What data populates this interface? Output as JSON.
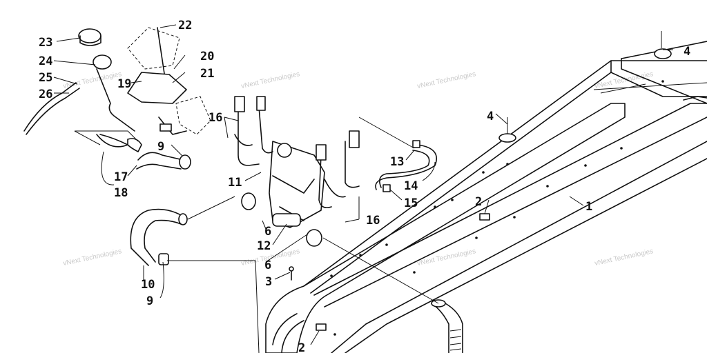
{
  "watermark": "vNext Technologies",
  "callouts": {
    "c1": "1",
    "c2a": "2",
    "c2b": "2",
    "c3": "3",
    "c4a": "4",
    "c4b": "4",
    "c6a": "6",
    "c6b": "6",
    "c9a": "9",
    "c9b": "9",
    "c10": "10",
    "c11": "11",
    "c12": "12",
    "c13": "13",
    "c14": "14",
    "c15": "15",
    "c16a": "16",
    "c16b": "16",
    "c17": "17",
    "c18": "18",
    "c19": "19",
    "c20": "20",
    "c21": "21",
    "c22": "22",
    "c23": "23",
    "c24": "24",
    "c25": "25",
    "c26": "26"
  }
}
